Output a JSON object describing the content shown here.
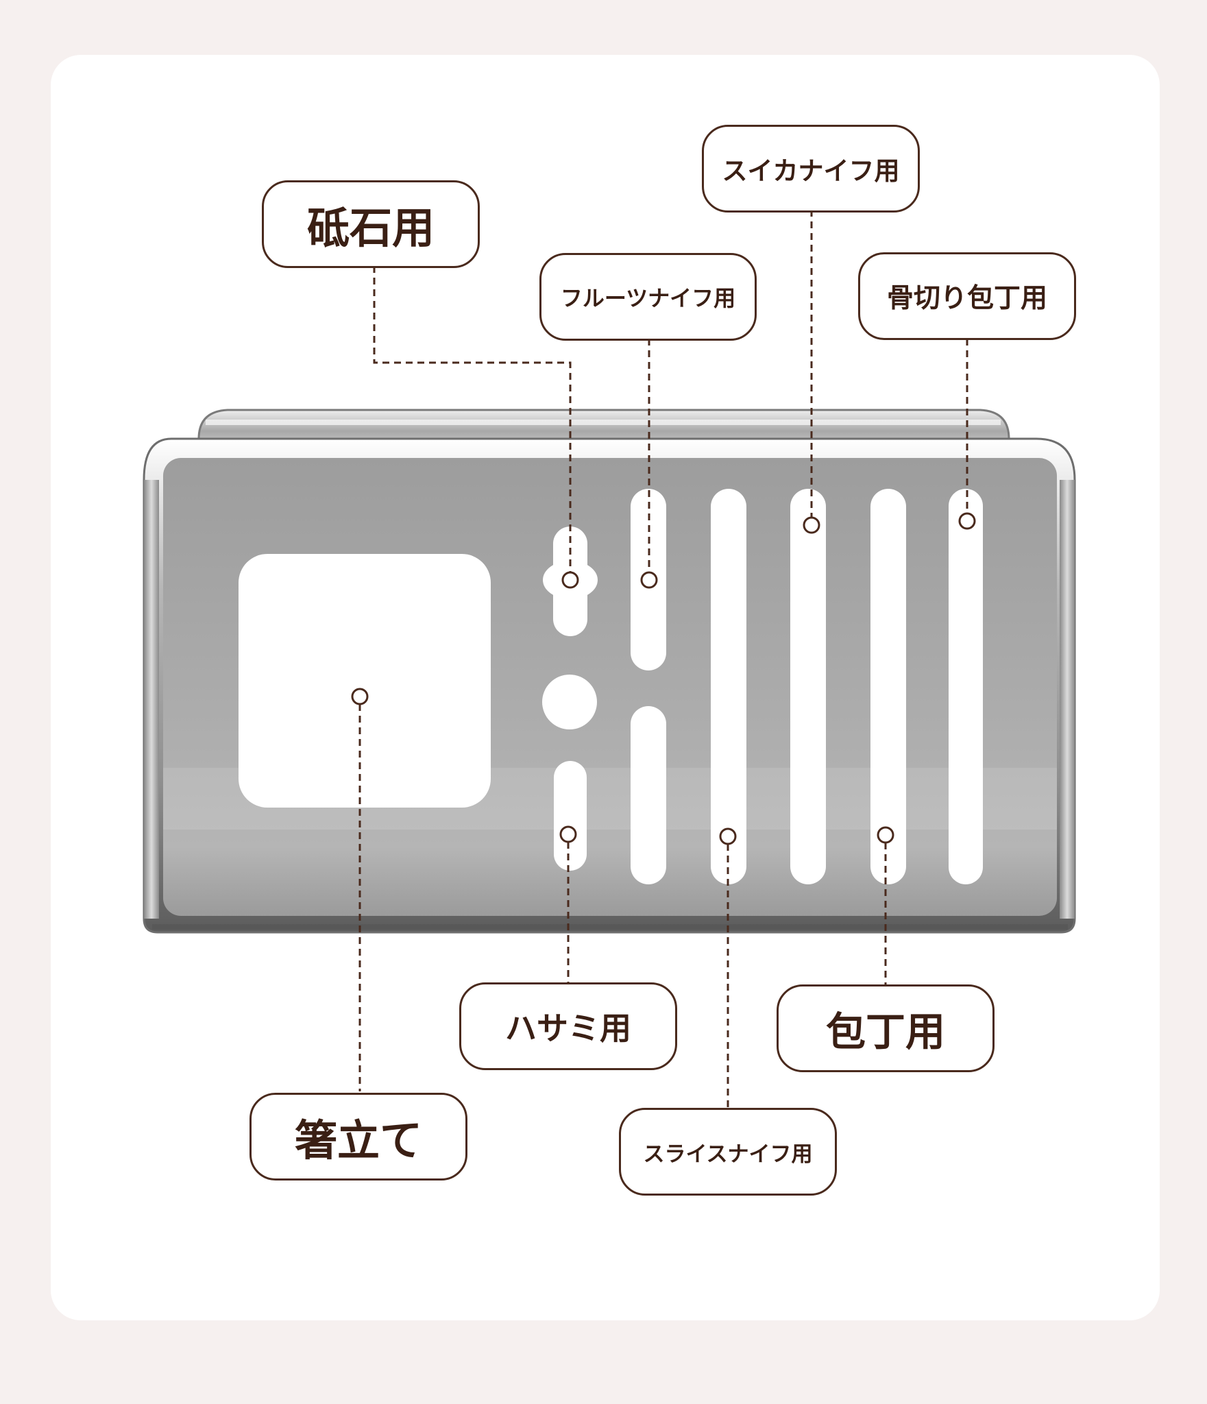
{
  "labels": {
    "whetstone": "砥石用",
    "fruit_knife": "フルーツナイフ用",
    "watermelon_knife": "スイカナイフ用",
    "boning_knife": "骨切り包丁用",
    "chopsticks": "箸立て",
    "scissors": "ハサミ用",
    "slicing_knife": "スライスナイフ用",
    "kitchen_knife": "包丁用"
  },
  "colors": {
    "background": "#f6f0ef",
    "card": "#ffffff",
    "label_border": "#4a2a1d",
    "label_text": "#3a1f14",
    "leader_line": "#4a2a1d",
    "holder_body": "#a3a3a3"
  }
}
